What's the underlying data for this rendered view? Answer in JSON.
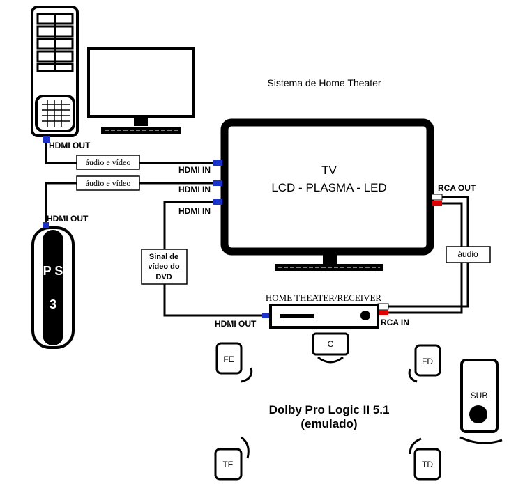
{
  "title": "Sistema de Home Theater",
  "tv": {
    "line1": "TV",
    "line2": "LCD - PLASMA - LED",
    "hdmi_in_1": "HDMI IN",
    "hdmi_in_2": "HDMI IN",
    "hdmi_in_3": "HDMI IN",
    "rca_out": "RCA OUT"
  },
  "pc": {
    "hdmi_out": "HDMI OUT"
  },
  "ps3": {
    "logo_line1": "P S",
    "logo_line2": "3",
    "hdmi_out": "HDMI OUT"
  },
  "cables": {
    "pc_label": "áudio e vídeo",
    "ps3_label": "áudio e vídeo",
    "dvd_label_line1": "Sinal de",
    "dvd_label_line2": "vídeo do",
    "dvd_label_line3": "DVD",
    "audio_label": "áudio"
  },
  "receiver": {
    "title": "HOME THEATER/RECEIVER",
    "hdmi_out": "HDMI OUT",
    "rca_in": "RCA IN"
  },
  "speakers": {
    "center": "C",
    "front_left": "FE",
    "front_right": "FD",
    "rear_left": "TE",
    "rear_right": "TD",
    "subwoofer": "SUB"
  },
  "caption": {
    "line1": "Dolby Pro Logic II 5.1",
    "line2": "(emulado)"
  },
  "colors": {
    "hdmi_port": "#1a33cc",
    "rca_red": "#dd0000",
    "rca_white": "#ffffff",
    "outline": "#000000"
  }
}
